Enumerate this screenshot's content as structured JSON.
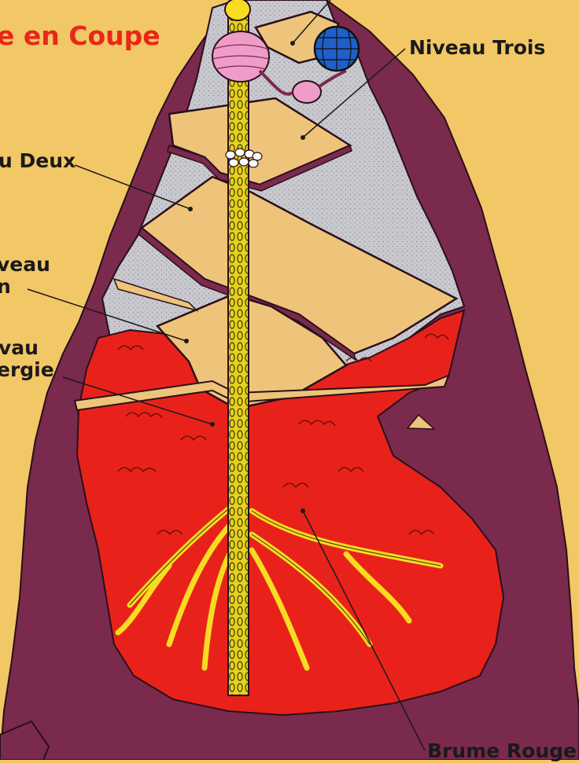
{
  "title": "e en Coupe",
  "labels": {
    "level_three": "Niveau Trois",
    "level_two": "u Deux",
    "level_one_a": "veau",
    "level_one_b": "n",
    "energy_a": "vau",
    "energy_b": "ergie",
    "red_mist": "Brume Rouge"
  },
  "colors": {
    "background": "#f2c766",
    "rock": "#7a2a4d",
    "cavity": "#c9c9cf",
    "red_mist": "#e8221a",
    "platform": "#eec47a",
    "stalk": "#e6d21a",
    "roots": "#f7dc22",
    "pink_pod": "#ef9cc9",
    "blue_globe": "#1f5fc7",
    "title": "#e8271a"
  }
}
